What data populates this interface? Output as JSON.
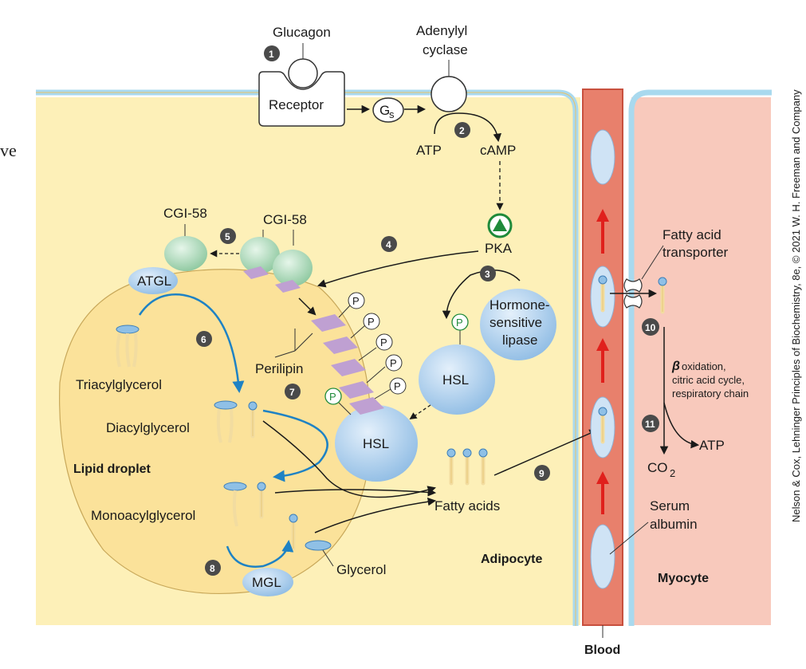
{
  "stray_text": "ve",
  "credit": "Nelson & Cox, Lehninger Principles of Biochemistry, 8e, © 2021 W. H. Freeman and Company",
  "labels": {
    "glucagon": "Glucagon",
    "adenylyl_1": "Adenylyl",
    "adenylyl_2": "cyclase",
    "receptor": "Receptor",
    "gs": "G",
    "gs_sub": "s",
    "atp_top": "ATP",
    "camp": "cAMP",
    "pka": "PKA",
    "cgi58_left": "CGI-58",
    "cgi58_right": "CGI-58",
    "atgl": "ATGL",
    "hsl_lipase_1": "Hormone-",
    "hsl_lipase_2": "sensitive",
    "hsl_lipase_3": "lipase",
    "hsl": "HSL",
    "hsl_bound": "HSL",
    "perilipin": "Perilipin",
    "triacylglycerol": "Triacylglycerol",
    "diacylglycerol": "Diacylglycerol",
    "monoacylglycerol": "Monoacylglycerol",
    "lipid_droplet": "Lipid droplet",
    "mgl": "MGL",
    "glycerol": "Glycerol",
    "fatty_acids": "Fatty acids",
    "adipocyte": "Adipocyte",
    "blood": "Blood",
    "myocyte": "Myocyte",
    "fa_transporter_1": "Fatty acid",
    "fa_transporter_2": "transporter",
    "beta_1": "β",
    "beta_1b": " oxidation,",
    "beta_2": "citric acid cycle,",
    "beta_3": "respiratory chain",
    "atp_bottom": "ATP",
    "co2": "CO",
    "co2_sub": "2",
    "serum_1": "Serum",
    "serum_2": "albumin",
    "phospho": "P"
  },
  "steps": [
    "1",
    "2",
    "3",
    "4",
    "5",
    "6",
    "7",
    "8",
    "9",
    "10",
    "11"
  ],
  "colors": {
    "adipocyte_fill": "#fdf0b8",
    "membrane": "#a9d9ee",
    "droplet_fill": "#fbe29a",
    "blood_fill": "#e8806c",
    "blood_edge": "#c8503e",
    "myocyte_fill": "#f8c9bc",
    "protein_blue": "#b6d4ee",
    "protein_green": "#bfe2c8",
    "perilipin_purple": "#bfa0d2",
    "arrow_blue": "#1e82c4",
    "arrow_red": "#e0201c",
    "step_badge": "#4a4a4a"
  }
}
